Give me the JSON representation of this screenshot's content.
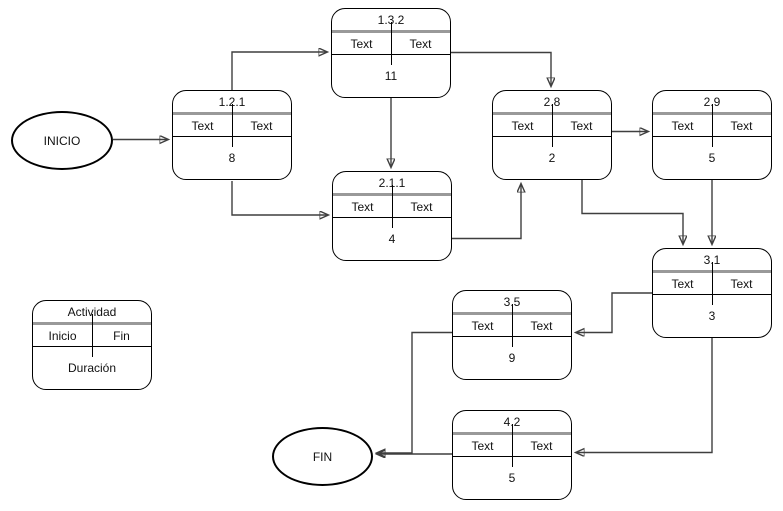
{
  "terminals": {
    "start_label": "INICIO",
    "end_label": "FIN"
  },
  "legend": {
    "title": "Actividad",
    "start_label": "Inicio",
    "end_label": "Fin",
    "duration_label": "Duración"
  },
  "nodes": [
    {
      "title": "1.2.1",
      "start": "Text",
      "end": "Text",
      "duration": "8"
    },
    {
      "title": "1.3.2",
      "start": "Text",
      "end": "Text",
      "duration": "11"
    },
    {
      "title": "2.1.1",
      "start": "Text",
      "end": "Text",
      "duration": "4"
    },
    {
      "title": "2.8",
      "start": "Text",
      "end": "Text",
      "duration": "2"
    },
    {
      "title": "2.9",
      "start": "Text",
      "end": "Text",
      "duration": "5"
    },
    {
      "title": "3.1",
      "start": "Text",
      "end": "Text",
      "duration": "3"
    },
    {
      "title": "3.5",
      "start": "Text",
      "end": "Text",
      "duration": "9"
    },
    {
      "title": "4.2",
      "start": "Text",
      "end": "Text",
      "duration": "5"
    }
  ],
  "edges": [
    {
      "from": "INICIO",
      "to": "1.2.1"
    },
    {
      "from": "1.2.1",
      "to": "1.3.2"
    },
    {
      "from": "1.2.1",
      "to": "2.1.1"
    },
    {
      "from": "1.3.2",
      "to": "2.1.1"
    },
    {
      "from": "1.3.2",
      "to": "2.8"
    },
    {
      "from": "2.1.1",
      "to": "2.8"
    },
    {
      "from": "2.8",
      "to": "2.9"
    },
    {
      "from": "2.8",
      "to": "3.1"
    },
    {
      "from": "2.9",
      "to": "3.1"
    },
    {
      "from": "3.1",
      "to": "3.5"
    },
    {
      "from": "3.1",
      "to": "4.2"
    },
    {
      "from": "3.5",
      "to": "FIN"
    },
    {
      "from": "4.2",
      "to": "FIN"
    }
  ],
  "colors": {
    "background": "#ffffff",
    "node_border": "#000000",
    "header_divider": "#999999",
    "connector": "#3f3f3f"
  }
}
